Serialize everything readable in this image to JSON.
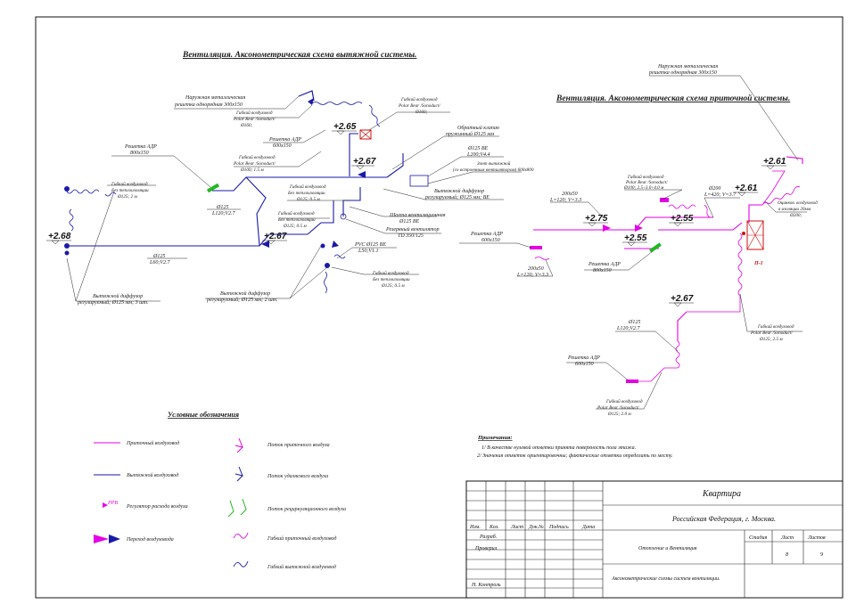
{
  "exhaust_title": "Вентиляция. Аксонометрическая схема вытяжной системы.",
  "supply_title": "Вентиляция. Аксонометрическая схема приточной системы.",
  "colors": {
    "supply": "#e600e6",
    "exhaust": "#1a1aa8",
    "grille": "#22b822",
    "riser": "#cc1111"
  },
  "exhaust_labels": {
    "outer_grille": [
      "Наружная металлическая",
      "решетка однорядная 300х150"
    ],
    "flex_160": [
      "Гибкий воздуховод",
      "Polar Bear /Sonoduct/",
      "Ø160;"
    ],
    "flex_160b": [
      "Гибкий воздуховод",
      "Polar Bear /Sonoduct/",
      "Ø160;"
    ],
    "elev_265": "+2.65",
    "grille_adr_600": [
      "Решетка АДР",
      "600х150"
    ],
    "flex_100": [
      "Гибкий воздуховод",
      "Polar Bear /Sonoduct/",
      "Ø100; 1.5 м"
    ],
    "check_valve": [
      "Обратный клапан",
      "пружинный Ø125 мм"
    ],
    "grille_adr_800": [
      "Решетка АДР",
      "800х150"
    ],
    "elev_267a": "+2.67",
    "d125_be": [
      "Ø125 BE",
      "L200;V4.4"
    ],
    "umbrella": [
      "Зонт вытяжной",
      "(со встроенным вентилятором) 600х800"
    ],
    "flex_noins_2m": [
      "Гибкий воздуховод",
      "Без теплоизоляции",
      "Ø125; 2 м"
    ],
    "flex_noins_05a": [
      "Гибкий воздуховод",
      "Без теплоизоляции",
      "Ø125;  0.5 м"
    ],
    "diffuser_be": [
      "Вытяжной диффузор",
      "регулируемый; Ø125 мм; BE"
    ],
    "d125_l120": [
      "Ø125",
      "L120;V2.7"
    ],
    "flex_noins_05b": [
      "Гибкий воздуховод",
      "Без теплоизоляции",
      "Ø125;  0.5 м"
    ],
    "shaft": [
      "Шахта вентиляционная",
      "Ø125  BE"
    ],
    "reserve_fan": [
      "Резервный вентилятор",
      "TD 350/125"
    ],
    "elev_268": "+2.68",
    "elev_267b": "+2.67",
    "pvc": [
      "PVC Ø125 BE",
      "L50;V1.1"
    ],
    "d125_l60": [
      "Ø125",
      "L60;V2.7"
    ],
    "flex_noins_05c": [
      "Гибкий воздуховод",
      "Без теплоизоляции",
      "Ø125;  0.5 м"
    ],
    "diffuser_3": [
      "Вытяжной диффузор",
      "регулируемый; Ø125 мм; 3 шт."
    ],
    "diffuser_2": [
      "Вытяжной диффузор",
      "регулируемый; Ø125 мм; 2 шт."
    ]
  },
  "supply_labels": {
    "outer_grille": [
      "Наружная металлическая",
      "решетка однорядная 300х150"
    ],
    "elev_261a": "+2.61",
    "flex_100": [
      "Гибкий воздуховод",
      "Polar Bear /Sonoduct/",
      "Ø100; 2.5÷3.0÷4.0 м"
    ],
    "d200": [
      "Ø200",
      "L=420; V=3.7"
    ],
    "elev_261b": "+2.61",
    "zinc": [
      "Оцинков. воздуховод",
      "в изоляции 20мм",
      "Ø200;"
    ],
    "d200x50a": [
      "200х50",
      "L=120; V=3.3"
    ],
    "elev_275": "+2.75",
    "elev_255a": "+2.55",
    "grille_600": [
      "Решетка АДР",
      "600х150"
    ],
    "elev_255b": "+2.55",
    "unit": "П-1",
    "d200x50b": [
      "200х50",
      "L=120; V=3.3"
    ],
    "grille_800": [
      "Решетка АДР",
      "800х150"
    ],
    "elev_267": "+2.67",
    "flex_125": [
      "Гибкий воздуховод",
      "Polar Bear /Sonoduct/",
      "Ø125; 2.5 м"
    ],
    "d125": [
      "Ø125",
      "L120;V2.7"
    ],
    "grille_600b": [
      "Решетка АДР",
      "600х150"
    ],
    "flex_125b": [
      "Гибкий воздуховод",
      "Polar Bear /Sonoduct/",
      "Ø125; 2.0 м"
    ]
  },
  "legend": {
    "title": "Условные обозначения",
    "items": [
      "Приточный воздуховод",
      "Вытяжной воздуховод",
      "Регулятор расхода воздуха",
      "Переход воздуховода",
      "Поток приточного воздуха",
      "Поток удаляемого воздуха",
      "Поток рециркуляционного воздуха",
      "Гибкий приточный воздуховод",
      "Гибкий вытяжной воздуховод"
    ],
    "regulator_mark": "РРВ"
  },
  "notes": {
    "heading": "Примечания:",
    "lines": [
      "1/ В качестве нулевой отметки принята поверхность пола этажа.",
      "2/  Значения отметок ориентировочны; фактические отметки определить по месту."
    ]
  },
  "title_block": {
    "object": "Квартира",
    "location": "Российская Федерация, г. Москва.",
    "section": "Отопление  и  Вентиляция",
    "drawing": "Аксонометрические схемы систем вентиляции.",
    "col_headers": [
      "Изм.",
      "Кол.",
      "Лист",
      "Док.№",
      "Подпись",
      "Дата"
    ],
    "roles": [
      "Разраб.",
      "Проверил",
      "Н. Контроль"
    ],
    "stage_label": "Стадия",
    "sheet_label": "Лист",
    "sheets_label": "Листов",
    "sheet": "8",
    "sheets": "9"
  }
}
